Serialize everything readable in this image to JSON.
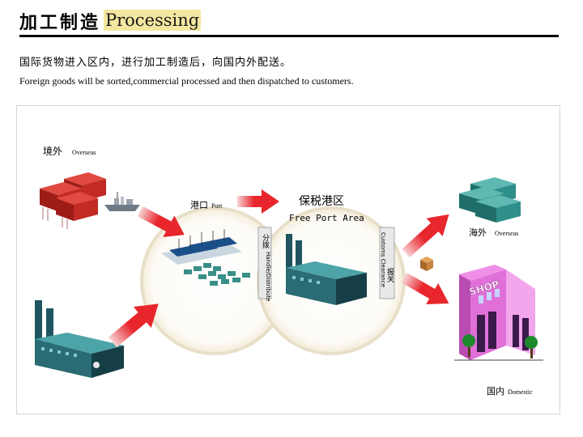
{
  "header": {
    "title_cn": "加工制造",
    "title_en": "Processing"
  },
  "intro": {
    "cn": "国际货物进入区内，进行加工制造后，向国内外配送。",
    "en": "Foreign goods will be sorted,commercial processed and then dispatched to customers."
  },
  "diagram": {
    "overseas_in_cn": "境外",
    "overseas_in_en": "Overseas",
    "port_cn": "港口",
    "port_en": "Port",
    "free_port_cn": "保税港区",
    "free_port_en": "Free Port Area",
    "handling_cn": "分拨",
    "handling_en": "Handle/Distribute",
    "customs_cn": "报关",
    "customs_en": "Customs Clearance",
    "overseas_out_cn": "海外",
    "overseas_out_en": "Overseas",
    "domestic_cn": "国内",
    "domestic_en": "Domestic",
    "shop_sign": "SHOP",
    "colors": {
      "arrow": "#e8262c",
      "container_red": "#b9221e",
      "container_teal": "#2f8f8a",
      "factory": "#2c6e78",
      "shop": "#e070d8",
      "circle_border": "#e6dcc2"
    }
  }
}
